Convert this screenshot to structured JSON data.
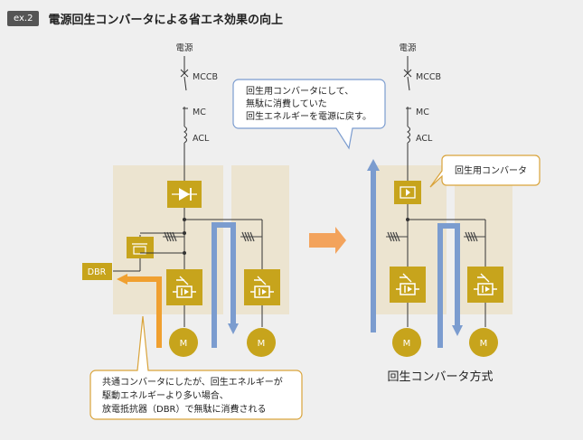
{
  "header": {
    "tag": "ex.2",
    "title": "電源回生コンバータによる省エネ効果の向上"
  },
  "left": {
    "power": "電源",
    "mccb": "MCCB",
    "mc": "MC",
    "acl": "ACL",
    "dbr": "DBR",
    "motor": "M"
  },
  "right": {
    "power": "電源",
    "mccb": "MCCB",
    "mc": "MC",
    "acl": "ACL",
    "motor": "M",
    "caption": "回生コンバータ方式"
  },
  "callouts": {
    "top": [
      "回生用コンバータにして、",
      "無駄に消費していた",
      "回生エネルギーを電源に戻す。"
    ],
    "regen_label": "回生用コンバータ",
    "bottom": [
      "共通コンバータにしたが、回生エネルギーが",
      "駆動エネルギーより多い場合、",
      "放電抵抗器（DBR）で無駄に消費される"
    ]
  },
  "colors": {
    "panel": "#ece4d0",
    "module": "#c7a41c",
    "blue_arrow": "#7b9ccf",
    "orange_arrow": "#f0a030",
    "callout_border": "#d9a33a"
  }
}
